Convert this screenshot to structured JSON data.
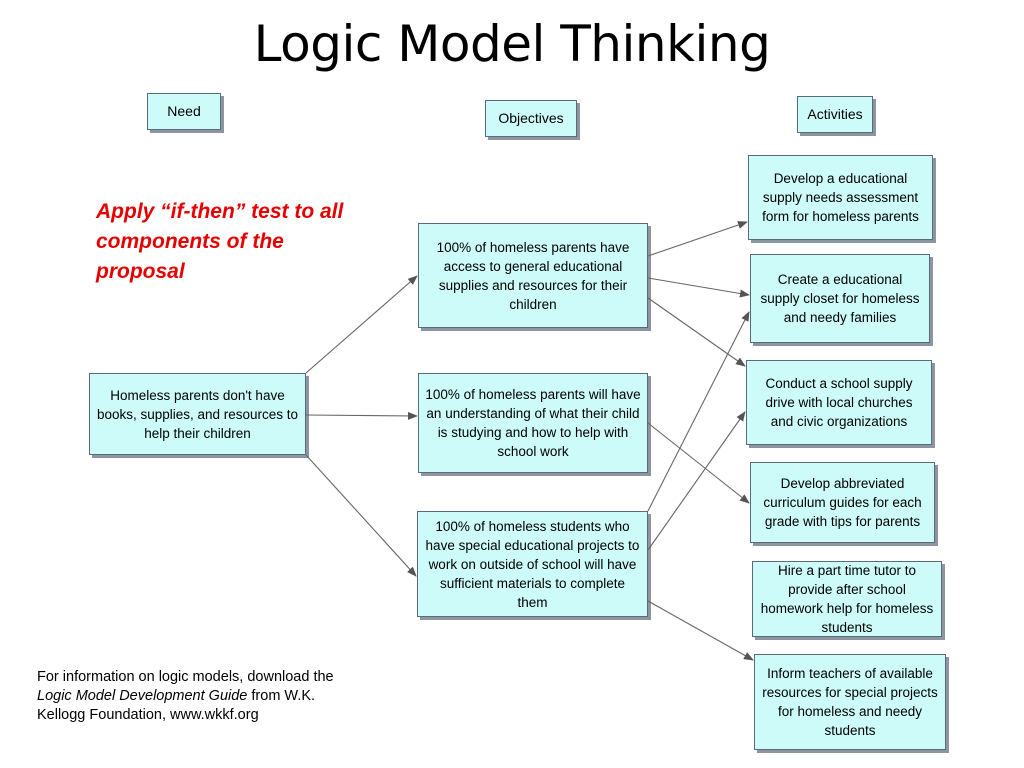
{
  "title": "Logic Model Thinking",
  "headers": {
    "need": "Need",
    "objectives": "Objectives",
    "activities": "Activities"
  },
  "note": "Apply “if-then” test to all components of the proposal",
  "need": "Homeless parents don't have books, supplies, and resources to help their children",
  "objectives": [
    "100% of homeless parents have access to general educational supplies and resources for their children",
    "100% of homeless parents will have an understanding of what their child is studying and how to help with school work",
    "100% of homeless students who have special educational projects to work on outside of school will have sufficient materials to complete them"
  ],
  "activities": [
    "Develop a educational supply needs assessment form for homeless parents",
    "Create a educational supply closet for homeless and needy families",
    "Conduct a school supply drive with local churches and civic organizations",
    "Develop abbreviated curriculum guides for each grade with tips for parents",
    "Hire a part time tutor to provide after school homework help for homeless students",
    "Inform teachers of available resources for special projects for homeless and needy students"
  ],
  "footer": {
    "line1": "For information on logic models, download the ",
    "guide": "Logic Model Development Guide",
    "line2": " from W.K. Kellogg Foundation, www.wkkf.org"
  }
}
